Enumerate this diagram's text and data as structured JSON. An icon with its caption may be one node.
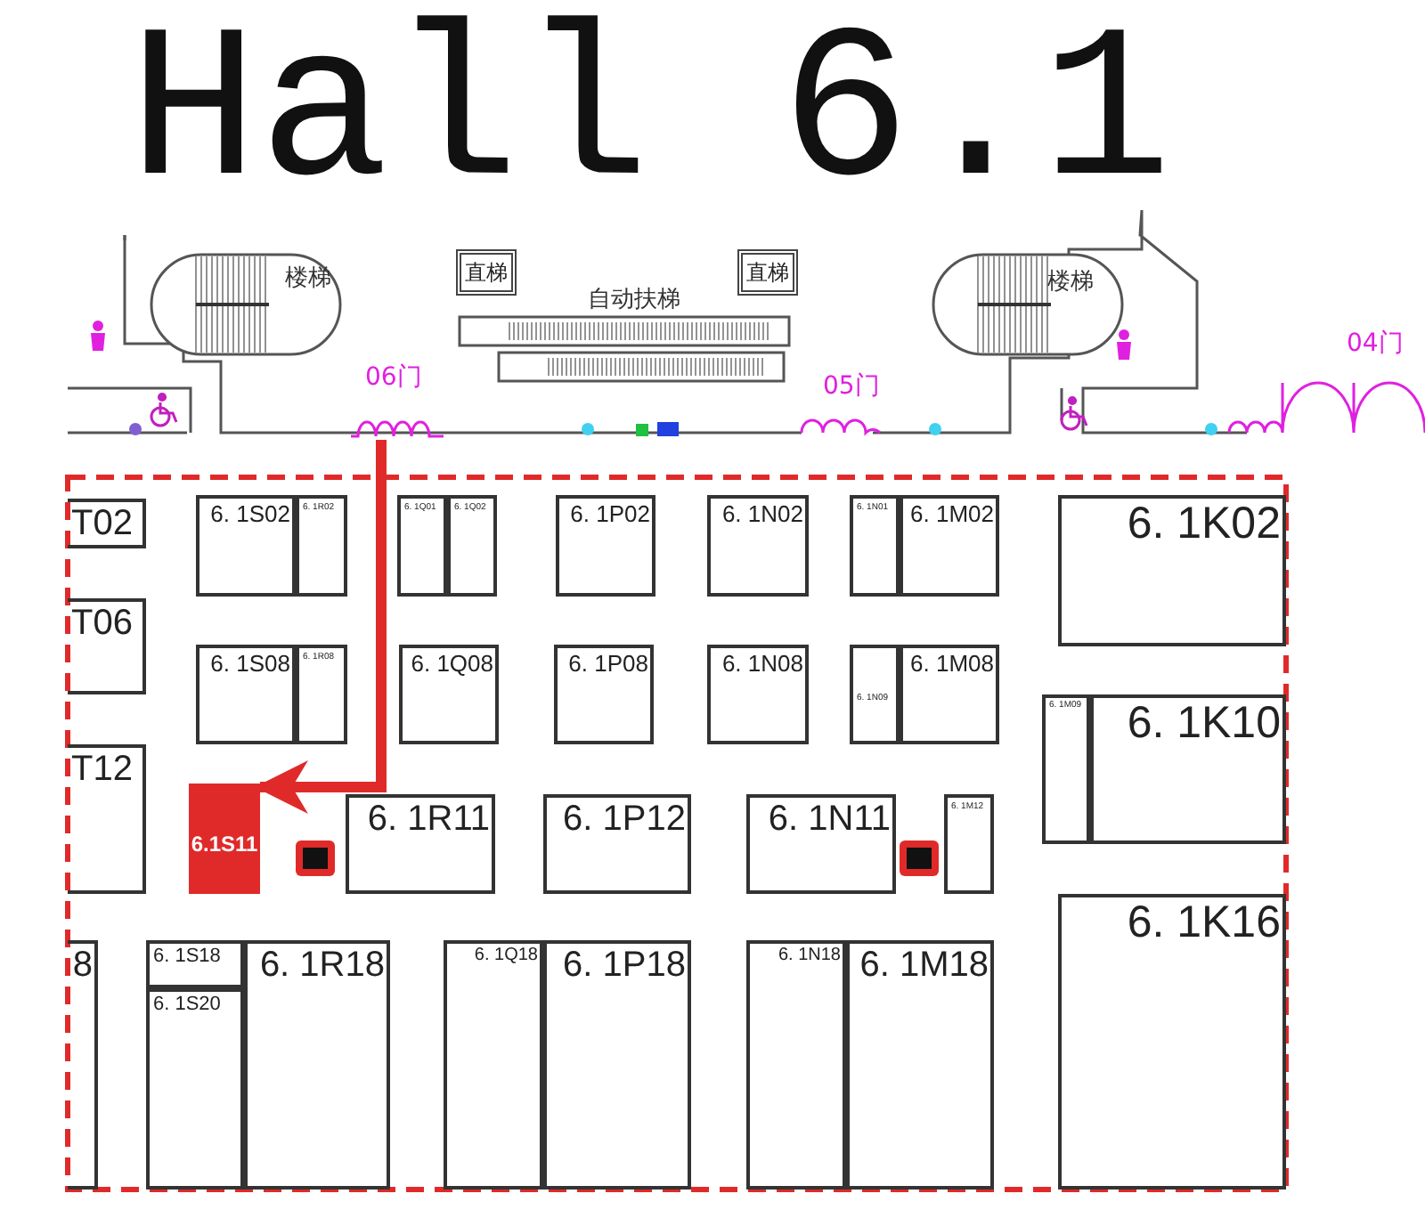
{
  "diagram": {
    "title": "Hall 6.1",
    "nodes": [
      {
        "text": [
          "直梯"
        ]
      },
      {
        "text": [
          "直梯"
        ]
      },
      {
        "text": [
          "06门"
        ]
      },
      {
        "text": [
          "T02"
        ]
      },
      {
        "text": [
          "6. 1S02"
        ]
      },
      {
        "text": [
          "6. 1R02"
        ]
      },
      {
        "text": [
          "6. 1Q01"
        ]
      },
      {
        "text": [
          "6. 1Q02"
        ]
      },
      {
        "text": [
          "6. 1P02"
        ]
      },
      {
        "text": [
          "6. 1N02"
        ]
      },
      {
        "text": [
          "6. 1N01"
        ]
      },
      {
        "text": [
          "6. 1M02"
        ]
      },
      {
        "text": [
          "6. 1K02"
        ]
      },
      {
        "text": [
          "T06"
        ]
      },
      {
        "text": [
          "6. 1S08"
        ]
      },
      {
        "text": [
          "6. 1R08"
        ]
      },
      {
        "text": [
          "6. 1Q08"
        ]
      },
      {
        "text": [
          "6. 1P08"
        ]
      },
      {
        "text": [
          "6. 1N08"
        ]
      },
      {
        "text": [
          "6. 1N09"
        ]
      },
      {
        "text": [
          "6. 1M08"
        ]
      },
      {
        "text": [
          "6. 1M09"
        ]
      },
      {
        "text": [
          "6. 1K10"
        ]
      },
      {
        "text": [
          "T12"
        ]
      },
      {
        "text": [
          "6.1S11"
        ]
      },
      {
        "text": [
          "6. 1R11"
        ]
      },
      {
        "text": [
          "6. 1P12"
        ]
      },
      {
        "text": [
          "6. 1N11"
        ]
      },
      {
        "text": [
          "6. 1M12"
        ]
      },
      {
        "text": [
          "8"
        ]
      },
      {
        "text": [
          "6. 1S18"
        ]
      },
      {
        "text": [
          "6. 1S20"
        ]
      },
      {
        "text": [
          "6. 1R18"
        ]
      },
      {
        "text": [
          "6. 1Q18"
        ]
      },
      {
        "text": [
          "6. 1P18"
        ]
      },
      {
        "text": [
          "6. 1N18"
        ]
      },
      {
        "text": [
          "6. 1M18"
        ]
      },
      {
        "text": [
          "6. 1K16"
        ]
      }
    ],
    "edges": [
      {
        "from": 2,
        "to": 24,
        "arrow": "to",
        "color": "#e02a2a"
      }
    ],
    "labels": [
      "楼梯",
      "自动扶梯",
      "楼梯",
      "05门",
      "04门"
    ]
  }
}
